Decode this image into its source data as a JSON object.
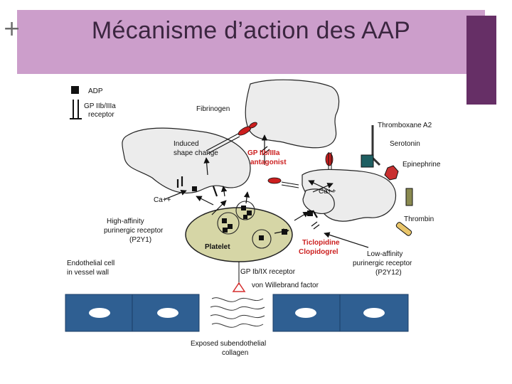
{
  "slide": {
    "title": "Mécanisme d’action des AAP",
    "plus_glyph": "+"
  },
  "diagram": {
    "legend": {
      "adp": "ADP",
      "gp_receptor_line1": "GP IIb/IIIa",
      "gp_receptor_line2": "receptor"
    },
    "labels": {
      "fibrinogen": "Fibrinogen",
      "thromboxane": "Thromboxane A2",
      "serotonin": "Serotonin",
      "epinephrine": "Epinephrine",
      "thrombin": "Thrombin",
      "induced_line1": "Induced",
      "induced_line2": "shape change",
      "antagonist_line1": "GP IIb/IIIa",
      "antagonist_line2": "antagonist",
      "ca_left": "Ca++",
      "ca_right": "Ca++",
      "high_aff_line1": "High-affinity",
      "high_aff_line2": "purinergic receptor",
      "high_aff_line3": "(P2Y1)",
      "platelet": "Platelet",
      "ticlopidine": "Ticlopidine",
      "clopidogrel": "Clopidogrel",
      "low_aff_line1": "Low-affinity",
      "low_aff_line2": "purinergic receptor",
      "low_aff_line3": "(P2Y12)",
      "endothelial_line1": "Endothelial cell",
      "endothelial_line2": "in vessel wall",
      "gp_ib": "GP Ib/IX receptor",
      "vwf": "von Willebrand factor",
      "collagen_line1": "Exposed subendothelial",
      "collagen_line2": "collagen"
    },
    "colors": {
      "drug_red": "#cc1f1f",
      "platelet_fill": "#d6d6a6",
      "cell_fill": "#ececec",
      "endothelium": "#2f5f92",
      "serotonin_teal": "#1f5f62",
      "epinephrine_red": "#c93030",
      "thrombin_yellow": "#e9c56a"
    }
  }
}
